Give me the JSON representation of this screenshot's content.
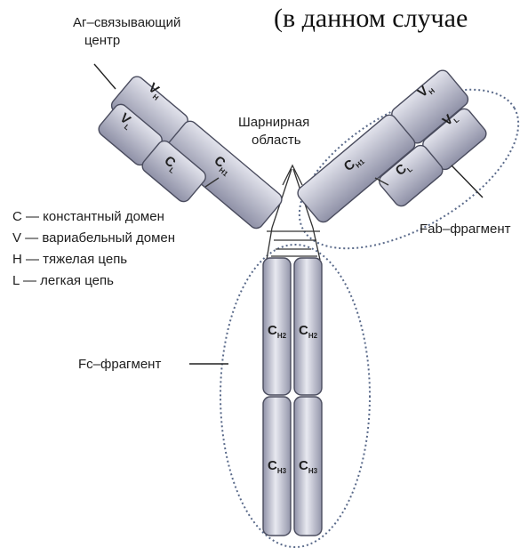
{
  "header": {
    "text": "(в данном случае"
  },
  "labels": {
    "antigen_site_1": "Аг–связывающий",
    "antigen_site_2": "центр",
    "hinge_1": "Шарнирная",
    "hinge_2": "область",
    "fab": "Fab–фрагмент",
    "fc": "Fc–фрагмент"
  },
  "legend": [
    "C — константный домен",
    "V — вариабельный домен",
    "H — тяжелая цепь",
    "L — легкая цепь"
  ],
  "domains": {
    "vh": {
      "main": "V",
      "sub": "H"
    },
    "vl": {
      "main": "V",
      "sub": "L"
    },
    "cl": {
      "main": "C",
      "sub": "L"
    },
    "ch1": {
      "main": "C",
      "sub": "H1"
    },
    "ch2": {
      "main": "C",
      "sub": "H2"
    },
    "ch3": {
      "main": "C",
      "sub": "H3"
    }
  },
  "colors": {
    "domain_fill_light": "#e6e7ef",
    "domain_fill_dark": "#8e90a6",
    "domain_stroke": "#4a4c5e",
    "dotted": "#5a6a8a",
    "text": "#1e1e1e"
  }
}
